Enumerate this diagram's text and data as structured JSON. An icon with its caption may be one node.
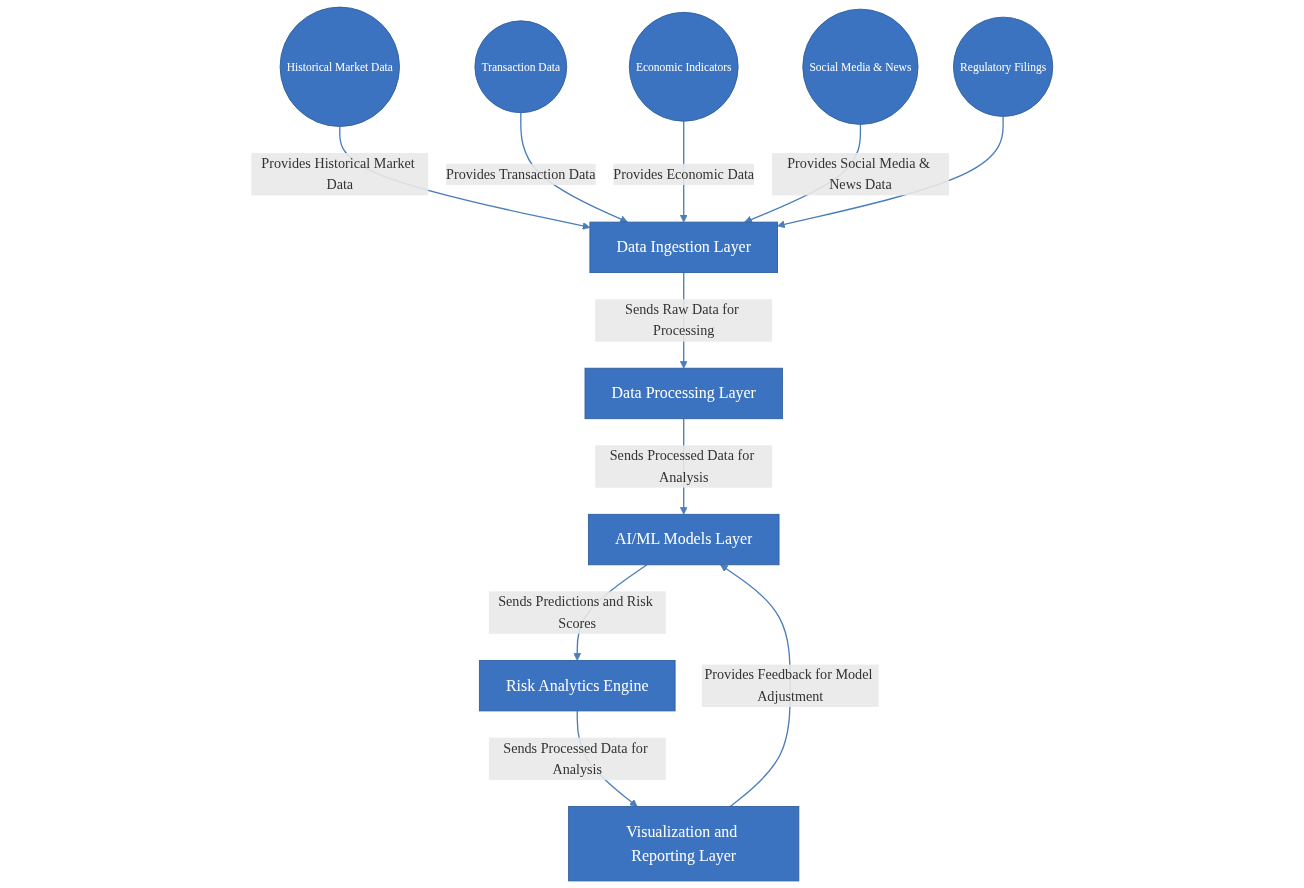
{
  "diagram": {
    "nodes": [
      {
        "text": [
          "Historical Market Data"
        ]
      },
      {
        "text": [
          "Transaction Data"
        ]
      },
      {
        "text": [
          "Economic Indicators"
        ]
      },
      {
        "text": [
          "Social Media & News"
        ]
      },
      {
        "text": [
          "Regulatory Filings"
        ]
      },
      {
        "text": [
          "Data Ingestion Layer"
        ]
      },
      {
        "text": [
          "Data Processing Layer"
        ]
      },
      {
        "text": [
          "AI/ML Models Layer"
        ]
      },
      {
        "text": [
          "Risk Analytics Engine"
        ]
      },
      {
        "text": [
          "Visualization and Reporting Layer"
        ]
      }
    ],
    "edges": [
      {
        "from": 0,
        "to": 5,
        "arrow": "to",
        "label": "Provides Historical Market Data"
      },
      {
        "from": 1,
        "to": 5,
        "arrow": "to",
        "label": "Provides Transaction Data"
      },
      {
        "from": 2,
        "to": 5,
        "arrow": "to",
        "label": "Provides Economic Data"
      },
      {
        "from": 3,
        "to": 5,
        "arrow": "to",
        "label": "Provides Social Media & News Data"
      },
      {
        "from": 4,
        "to": 5,
        "arrow": "to"
      },
      {
        "from": 5,
        "to": 6,
        "arrow": "to",
        "label": "Sends Raw Data for Processing"
      },
      {
        "from": 6,
        "to": 7,
        "arrow": "to",
        "label": "Sends Processed Data for Analysis"
      },
      {
        "from": 7,
        "to": 8,
        "arrow": "to",
        "label": "Sends Predictions and Risk Scores"
      },
      {
        "from": 8,
        "to": 9,
        "arrow": "to",
        "label": "Sends Processed Data for Analysis"
      },
      {
        "from": 9,
        "to": 7,
        "arrow": "to",
        "label": "Provides Feedback for Model Adjustment"
      }
    ]
  }
}
